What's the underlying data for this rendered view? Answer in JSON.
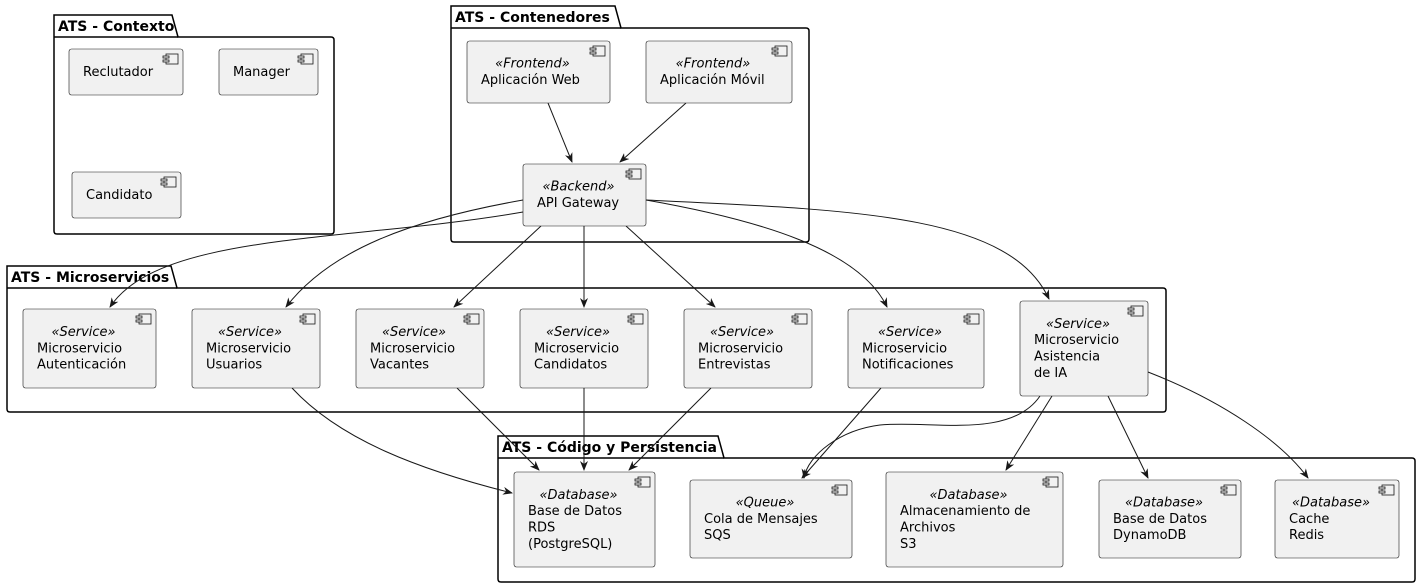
{
  "packages": [
    {
      "id": "contexto",
      "title": "ATS - Contexto"
    },
    {
      "id": "contenedores",
      "title": "ATS - Contenedores"
    },
    {
      "id": "microservicios",
      "title": "ATS - Microservicios"
    },
    {
      "id": "persistencia",
      "title": "ATS - Código y Persistencia"
    }
  ],
  "components": [
    {
      "id": "reclutador",
      "stereotype": "",
      "lines": [
        "Reclutador"
      ]
    },
    {
      "id": "manager",
      "stereotype": "",
      "lines": [
        "Manager"
      ]
    },
    {
      "id": "candidato",
      "stereotype": "",
      "lines": [
        "Candidato"
      ]
    },
    {
      "id": "web",
      "stereotype": "«Frontend»",
      "lines": [
        "Aplicación Web"
      ]
    },
    {
      "id": "movil",
      "stereotype": "«Frontend»",
      "lines": [
        "Aplicación Móvil"
      ]
    },
    {
      "id": "gateway",
      "stereotype": "«Backend»",
      "lines": [
        "API Gateway"
      ]
    },
    {
      "id": "auth",
      "stereotype": "«Service»",
      "lines": [
        "Microservicio",
        "Autenticación"
      ]
    },
    {
      "id": "usuarios",
      "stereotype": "«Service»",
      "lines": [
        "Microservicio",
        "Usuarios"
      ]
    },
    {
      "id": "vacantes",
      "stereotype": "«Service»",
      "lines": [
        "Microservicio",
        "Vacantes"
      ]
    },
    {
      "id": "candidatos",
      "stereotype": "«Service»",
      "lines": [
        "Microservicio",
        "Candidatos"
      ]
    },
    {
      "id": "entrevistas",
      "stereotype": "«Service»",
      "lines": [
        "Microservicio",
        "Entrevistas"
      ]
    },
    {
      "id": "notificaciones",
      "stereotype": "«Service»",
      "lines": [
        "Microservicio",
        "Notificaciones"
      ]
    },
    {
      "id": "ia",
      "stereotype": "«Service»",
      "lines": [
        "Microservicio",
        "Asistencia",
        "de IA"
      ]
    },
    {
      "id": "rds",
      "stereotype": "«Database»",
      "lines": [
        "Base de Datos",
        "RDS",
        "(PostgreSQL)"
      ]
    },
    {
      "id": "sqs",
      "stereotype": "«Queue»",
      "lines": [
        "Cola de Mensajes",
        "SQS"
      ]
    },
    {
      "id": "s3",
      "stereotype": "«Database»",
      "lines": [
        "Almacenamiento de",
        "Archivos",
        "S3"
      ]
    },
    {
      "id": "dynamo",
      "stereotype": "«Database»",
      "lines": [
        "Base de Datos",
        "DynamoDB"
      ]
    },
    {
      "id": "redis",
      "stereotype": "«Database»",
      "lines": [
        "Cache",
        "Redis"
      ]
    }
  ],
  "relations": [
    {
      "from": "web",
      "to": "gateway"
    },
    {
      "from": "movil",
      "to": "gateway"
    },
    {
      "from": "gateway",
      "to": "auth"
    },
    {
      "from": "gateway",
      "to": "usuarios"
    },
    {
      "from": "gateway",
      "to": "vacantes"
    },
    {
      "from": "gateway",
      "to": "candidatos"
    },
    {
      "from": "gateway",
      "to": "entrevistas"
    },
    {
      "from": "gateway",
      "to": "notificaciones"
    },
    {
      "from": "gateway",
      "to": "ia"
    },
    {
      "from": "usuarios",
      "to": "rds"
    },
    {
      "from": "vacantes",
      "to": "rds"
    },
    {
      "from": "candidatos",
      "to": "rds"
    },
    {
      "from": "entrevistas",
      "to": "rds"
    },
    {
      "from": "notificaciones",
      "to": "sqs"
    },
    {
      "from": "ia",
      "to": "sqs"
    },
    {
      "from": "ia",
      "to": "s3"
    },
    {
      "from": "ia",
      "to": "dynamo"
    },
    {
      "from": "ia",
      "to": "redis"
    }
  ],
  "colors": {
    "node_fill": "#f1f1f1",
    "stroke": "#181818",
    "background": "#ffffff"
  }
}
